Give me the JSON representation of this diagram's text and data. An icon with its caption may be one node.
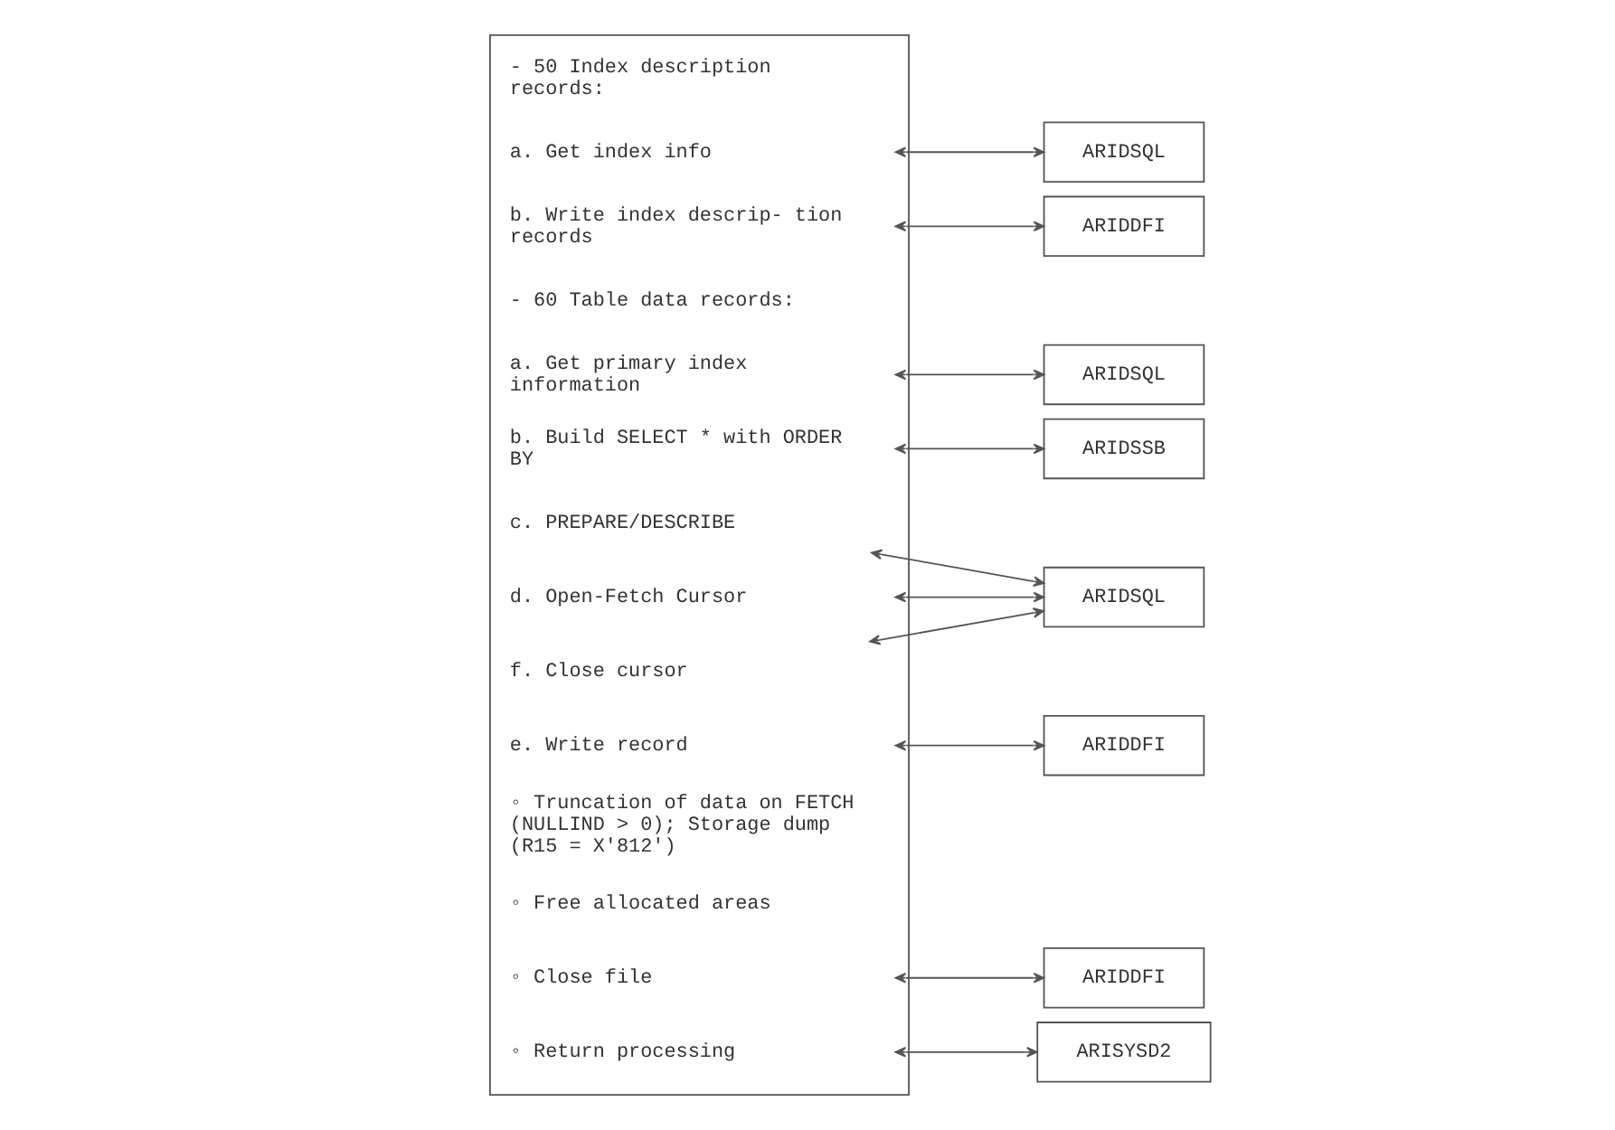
{
  "diagram": {
    "nodes": [
      {
        "text": [],
        "shape": "box"
      },
      {
        "text": [
          "- 50 Index description records:"
        ],
        "in": 0
      },
      {
        "text": [
          "a. Get index info"
        ],
        "in": 0
      },
      {
        "text": [
          "b. Write index descrip- tion records"
        ],
        "in": 0
      },
      {
        "text": [
          "- 60 Table data records:"
        ],
        "in": 0
      },
      {
        "text": [
          "a. Get primary index information"
        ],
        "in": 0
      },
      {
        "text": [
          "b. Build SELECT * with ORDER BY"
        ],
        "in": 0
      },
      {
        "text": [
          "c. PREPARE/DESCRIBE"
        ],
        "in": 0
      },
      {
        "text": [
          "d. Open-Fetch Cursor"
        ],
        "in": 0
      },
      {
        "text": [
          "e. Write record"
        ],
        "in": 0
      },
      {
        "text": [
          "f. Close cursor"
        ],
        "in": 0
      },
      {
        "text": [
          "◦ Truncation of data on FETCH (NULLIND > 0); Storage dump (R15 = X'812')"
        ],
        "in": 0
      },
      {
        "text": [
          "◦ Free allocated areas"
        ],
        "in": 0
      },
      {
        "text": [
          "◦ Close file"
        ],
        "in": 0
      },
      {
        "text": [
          "◦ Return processing"
        ],
        "in": 0
      },
      {
        "text": [
          "ARIDSQL"
        ]
      },
      {
        "text": [
          "ARIDDFI"
        ]
      },
      {
        "text": [
          "ARIDSQL"
        ]
      },
      {
        "text": [
          "ARIDSSB"
        ]
      },
      {
        "text": [
          "ARIDSQL"
        ]
      },
      {
        "text": [
          "ARIDDFI"
        ]
      },
      {
        "text": [
          "ARIDDFI"
        ]
      },
      {
        "text": [
          "ARISYSD2"
        ]
      }
    ],
    "edges": [
      {
        "from": 2,
        "to": 15,
        "arrow": "both"
      },
      {
        "from": 3,
        "to": 16,
        "arrow": "both"
      },
      {
        "from": 5,
        "to": 17,
        "arrow": "both"
      },
      {
        "from": 6,
        "to": 18,
        "arrow": "both"
      },
      {
        "from": 7,
        "to": 19,
        "arrow": "both"
      },
      {
        "from": 8,
        "to": 19,
        "arrow": "both"
      },
      {
        "from": 10,
        "to": 19,
        "arrow": "both"
      },
      {
        "from": 9,
        "to": 20,
        "arrow": "both"
      },
      {
        "from": 13,
        "to": 21,
        "arrow": "both"
      },
      {
        "from": 14,
        "to": 22,
        "arrow": "both"
      }
    ]
  }
}
